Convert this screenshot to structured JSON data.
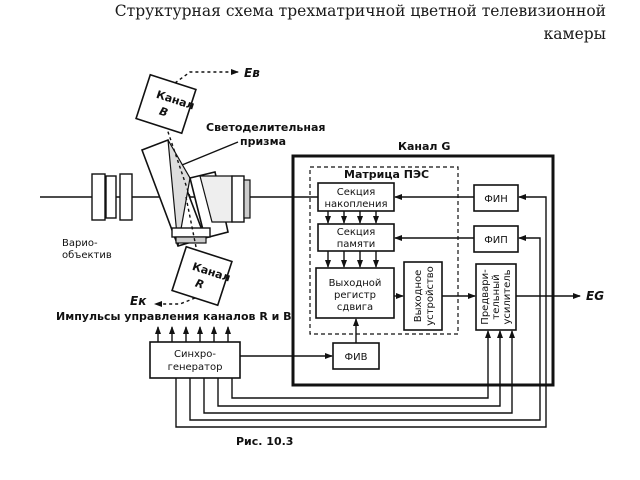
{
  "header": {
    "title_line1": "Структурная схема трехматричной цветной телевизионной",
    "title_line2": "камеры"
  },
  "diagram": {
    "signal_b": "Eв",
    "signal_r": "Eк",
    "signal_g": "EG",
    "channel_b": [
      "Канал",
      "B"
    ],
    "channel_r": [
      "Канал",
      "R"
    ],
    "prism": [
      "Светоделительная",
      "призма"
    ],
    "zoom_lens": [
      "Варио-",
      "объектив"
    ],
    "control_pulses": "Импульсы управления каналов R и B",
    "channel_g": "Канал G",
    "matrix": "Матрица ПЭС",
    "storage_section": [
      "Секция",
      "накопления"
    ],
    "memory_section": [
      "Секция",
      "памяти"
    ],
    "output_register": [
      "Выходной",
      "регистр",
      "сдвига"
    ],
    "output_device": [
      "Выходное",
      "устройство"
    ],
    "preamp": [
      "Предвари-",
      "тельный",
      "усилитель"
    ],
    "fin": "ФИН",
    "fip": "ФИП",
    "fiv": "ФИВ",
    "sync_gen": [
      "Синхро-",
      "генератор"
    ],
    "caption": "Рис. 10.3"
  }
}
